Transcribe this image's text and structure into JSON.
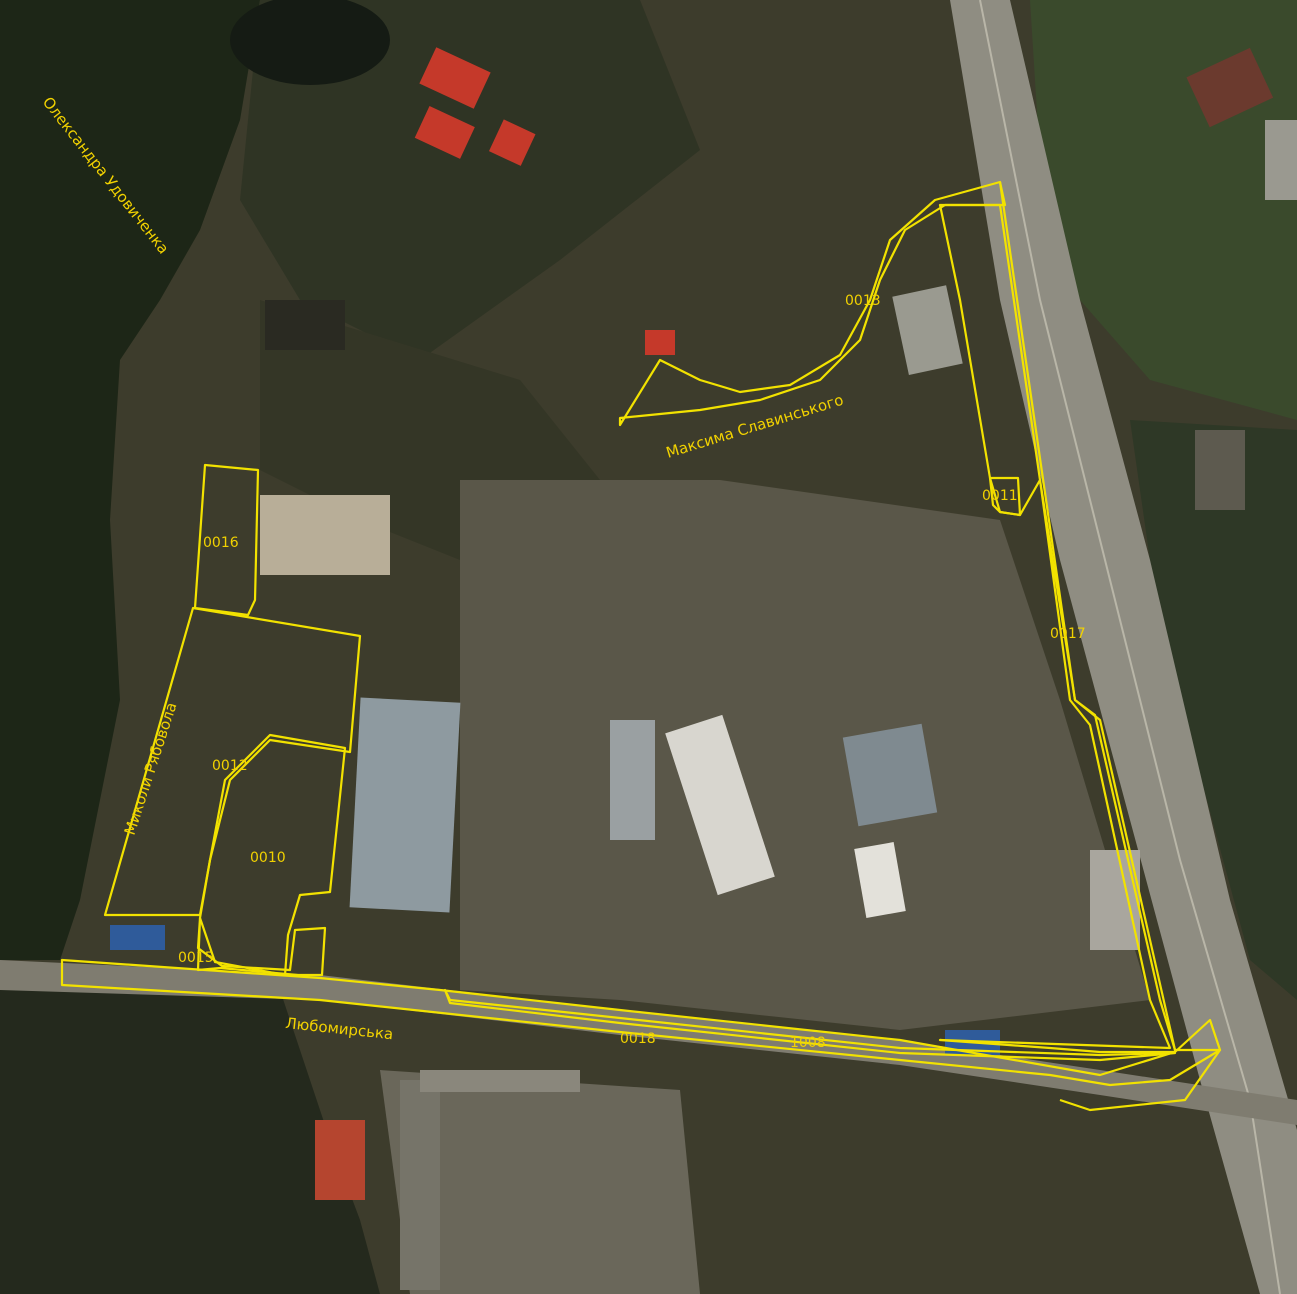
{
  "colors": {
    "boundary": "#f2e200",
    "label": "#f2d200",
    "vegetation_dark": "#1f2a18",
    "ground": "#4a4636",
    "road": "#8d8a7d",
    "roof_grey": "#8c99a0",
    "roof_red": "#c23a2a"
  },
  "streets": [
    {
      "id": "oleksandra-udovychenka",
      "label": "Олександра Удовиченка"
    },
    {
      "id": "maksyma-slavynskoho",
      "label": "Максима Славинського"
    },
    {
      "id": "mykoly-rabovola",
      "label": "Миколи Рябовола"
    },
    {
      "id": "liubomyrska",
      "label": "Любомирська"
    }
  ],
  "parcels": [
    {
      "id": "p0013",
      "label": "0013"
    },
    {
      "id": "p0011",
      "label": "0011"
    },
    {
      "id": "p0016",
      "label": "0016"
    },
    {
      "id": "p0017",
      "label": "0017"
    },
    {
      "id": "p0012",
      "label": "0012"
    },
    {
      "id": "p0010",
      "label": "0010"
    },
    {
      "id": "p0015",
      "label": "0015"
    },
    {
      "id": "p0018",
      "label": "0018"
    },
    {
      "id": "p1008",
      "label": "1008"
    }
  ]
}
